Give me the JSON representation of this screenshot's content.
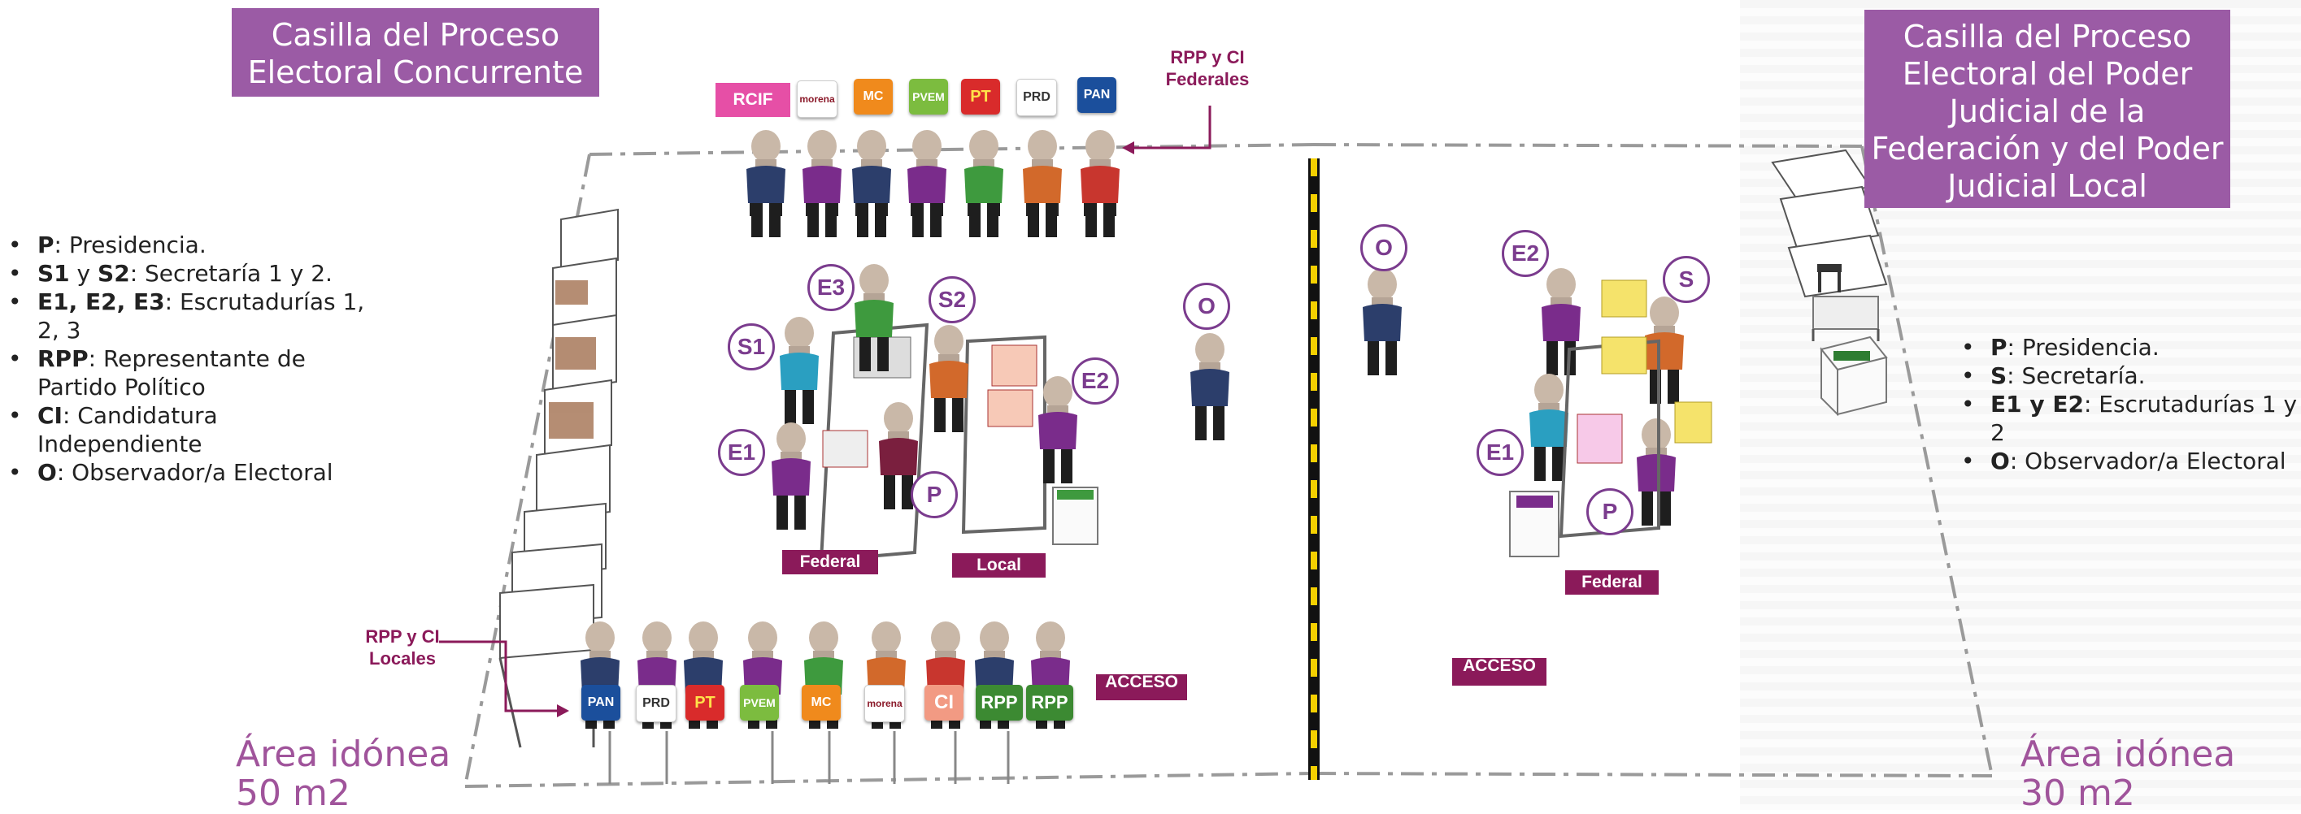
{
  "left_box": {
    "title": "Casilla del Proceso Electoral Concurrente"
  },
  "right_box": {
    "title": "Casilla del Proceso Electoral del Poder Judicial de la Federación y del Poder Judicial Local"
  },
  "left_legend": [
    {
      "abbr": "P",
      "text": ": Presidencia."
    },
    {
      "abbr": "S1",
      "text": " y ",
      "abbr2": "S2",
      "text2": ": Secretaría 1 y 2."
    },
    {
      "abbr": "E1, E2, E3",
      "text": ": Escrutadurías 1, 2, 3"
    },
    {
      "abbr": "RPP",
      "text": ": Representante de Partido Político"
    },
    {
      "abbr": "CI",
      "text": ": Candidatura Independiente"
    },
    {
      "abbr": "O",
      "text": ": Observador/a Electoral"
    }
  ],
  "right_legend": [
    {
      "abbr": "P",
      "text": ": Presidencia."
    },
    {
      "abbr": "S",
      "text": ": Secretaría."
    },
    {
      "abbr": "E1 y E2",
      "text": ": Escrutadurías 1 y 2"
    },
    {
      "abbr": "O",
      "text": ": Observador/a Electoral"
    }
  ],
  "area_left": {
    "line1": "Área idónea",
    "line2": "50 m2"
  },
  "area_right": {
    "line1": "Área idónea",
    "line2": "30 m2"
  },
  "callout_federal": "RPP y CI Federales",
  "callout_local": "RPP y CI Locales",
  "top_row_logos": [
    "RCIF",
    "morena",
    "MC",
    "PVEM",
    "PT",
    "PRD",
    "PAN"
  ],
  "bottom_row_logos": [
    "PAN",
    "PRD",
    "PT",
    "PVEM",
    "MC",
    "morena",
    "CI",
    "RPP",
    "RPP"
  ],
  "labels": {
    "federal_left": "Federal",
    "local_left": "Local",
    "federal_right": "Federal",
    "acceso_left": "ACCESO",
    "acceso_right": "ACCESO"
  },
  "roles_left": [
    "E3",
    "S2",
    "S1",
    "E2",
    "E1",
    "P",
    "O"
  ],
  "roles_right": [
    "O",
    "E2",
    "S",
    "E1",
    "P"
  ],
  "colors": {
    "title_purple": "#9b5ba5",
    "tag_maroon": "#8b1a5a",
    "badge_purple": "#7b3c8e",
    "rcif_pink": "#e64fa6",
    "divider_yellow": "#f5d000"
  }
}
